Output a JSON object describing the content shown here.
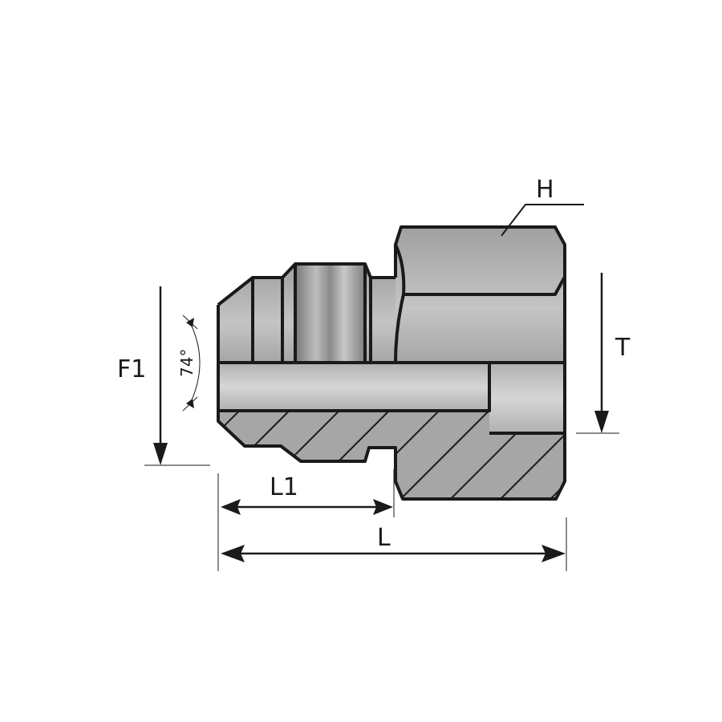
{
  "labels": {
    "hex": "H",
    "thread_depth": "T",
    "flare_thread": "F1",
    "male_length": "L1",
    "total_length": "L",
    "flare_angle": "74°"
  },
  "colors": {
    "body": "#a8a8a8",
    "bore": "#c8c8c8",
    "outline": "#1a1a1a"
  }
}
